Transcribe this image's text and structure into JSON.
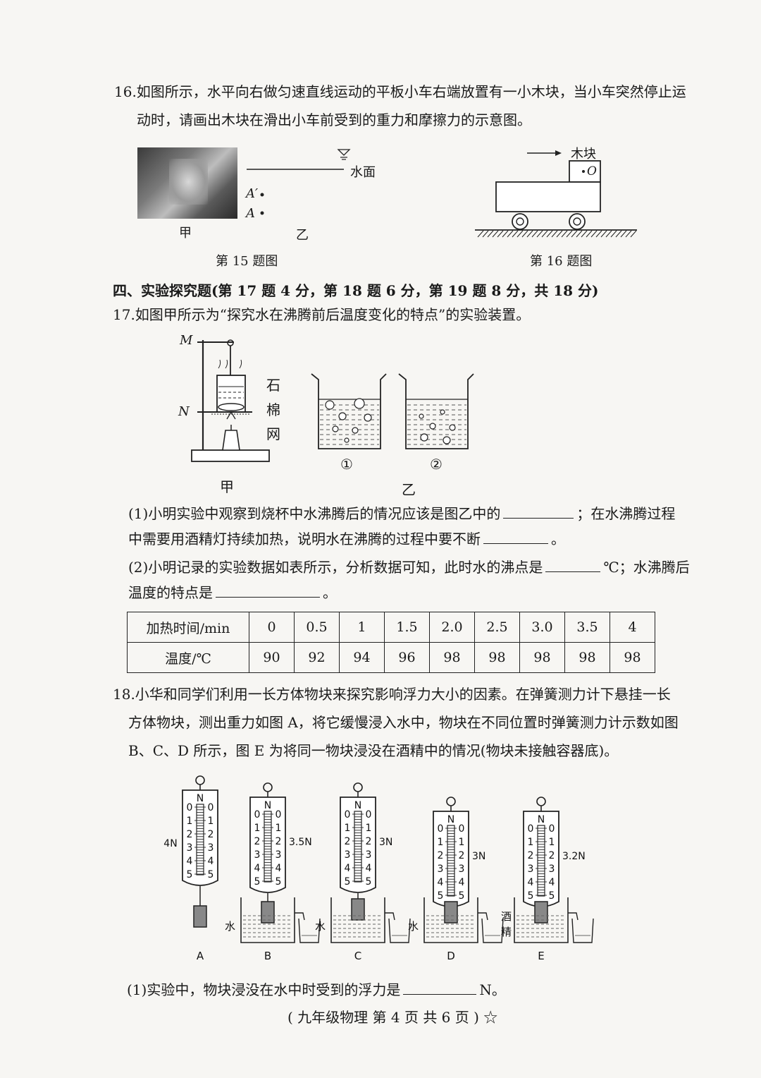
{
  "q16": {
    "line1": "16.如图所示，水平向右做匀速直线运动的平板小车右端放置有一小木块，当小车突然停止运",
    "line2": "动时，请画出木块在滑出小车前受到的重力和摩擦力的示意图。"
  },
  "fig15": {
    "label_jia": "甲",
    "label_yi": "乙",
    "water_surface": "水面",
    "point_a_prime": "A′",
    "point_a": "A",
    "caption": "第 15 题图"
  },
  "fig16": {
    "block_label": "木块",
    "block_mark": "O",
    "caption": "第 16 题图"
  },
  "section4": {
    "heading": "四、实验探究题(第 17 题 4 分，第 18 题 6 分，第 19 题 8 分，共 18 分)"
  },
  "q17": {
    "stem": "17.如图甲所示为“探究水在沸腾前后温度变化的特点”的实验装置。",
    "label_m": "M",
    "label_n": "N",
    "asbestos_1": "石",
    "asbestos_2": "棉",
    "asbestos_3": "网",
    "label_jia": "甲",
    "label_yi": "乙",
    "beaker1": "①",
    "beaker2": "②",
    "p1_line1": "(1)小明实验中观察到烧杯中水沸腾后的情况应该是图乙中的",
    "p1_line1_tail": "；在水沸腾过程",
    "p1_line2": "中需要用酒精灯持续加热，说明水在沸腾的过程中要不断",
    "p1_line2_tail": "。",
    "p2_line1": "(2)小明记录的实验数据如表所示，分析数据可知，此时水的沸点是",
    "p2_line1_tail": "℃；水沸腾后",
    "p2_line2": "温度的特点是",
    "p2_line2_tail": "。",
    "table": {
      "row1_header": "加热时间/min",
      "times": [
        "0",
        "0.5",
        "1",
        "1.5",
        "2.0",
        "2.5",
        "3.0",
        "3.5",
        "4"
      ],
      "row2_header": "温度/℃",
      "temps": [
        "90",
        "92",
        "94",
        "96",
        "98",
        "98",
        "98",
        "98",
        "98"
      ]
    }
  },
  "q18": {
    "line1": "18.小华和同学们利用一长方体物块来探究影响浮力大小的因素。在弹簧测力计下悬挂一长",
    "line2": "方体物块，测出重力如图 A，将它缓慢浸入水中，物块在不同位置时弹簧测力计示数如图",
    "line3": "B、C、D 所示，图 E 为将同一物块浸没在酒精中的情况(物块未接触容器底)。",
    "unit_n": "N",
    "scale": [
      "0",
      "1",
      "2",
      "3",
      "4",
      "5"
    ],
    "gauges": [
      {
        "letter": "A",
        "reading": "4N",
        "liquid": ""
      },
      {
        "letter": "B",
        "reading": "3.5N",
        "liquid": "水"
      },
      {
        "letter": "C",
        "reading": "3N",
        "liquid": "水"
      },
      {
        "letter": "D",
        "reading": "3N",
        "liquid": "水"
      },
      {
        "letter": "E",
        "reading": "3.2N",
        "liquid": "酒精"
      }
    ],
    "liquid_e_1": "酒",
    "liquid_e_2": "精",
    "p1": "(1)实验中，物块浸没在水中时受到的浮力是",
    "p1_tail": "N。"
  },
  "footer": "( 九年级物理   第 4 页   共 6 页 ) ☆"
}
